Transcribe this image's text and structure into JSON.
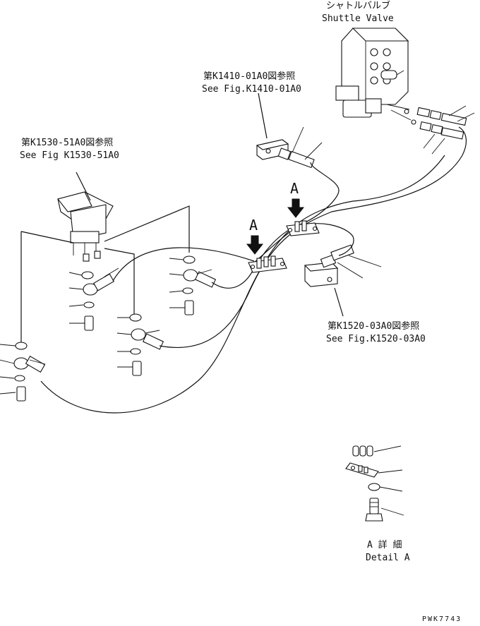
{
  "labels": {
    "shuttle_valve_jp": "シャトルバルブ",
    "shuttle_valve_en": "Shuttle Valve",
    "ref_k1410_jp": "第K1410-01A0図参照",
    "ref_k1410_en": "See Fig.K1410-01A0",
    "ref_k1530_jp": "第K1530-51A0図参照",
    "ref_k1530_en": "See Fig K1530-51A0",
    "ref_k1520_jp": "第K1520-03A0図参照",
    "ref_k1520_en": "See Fig.K1520-03A0",
    "view_marker_left": "A",
    "view_marker_right": "A",
    "detail_jp": "A 詳 細",
    "detail_en": "Detail A",
    "drawing_number": "PWK7743"
  }
}
